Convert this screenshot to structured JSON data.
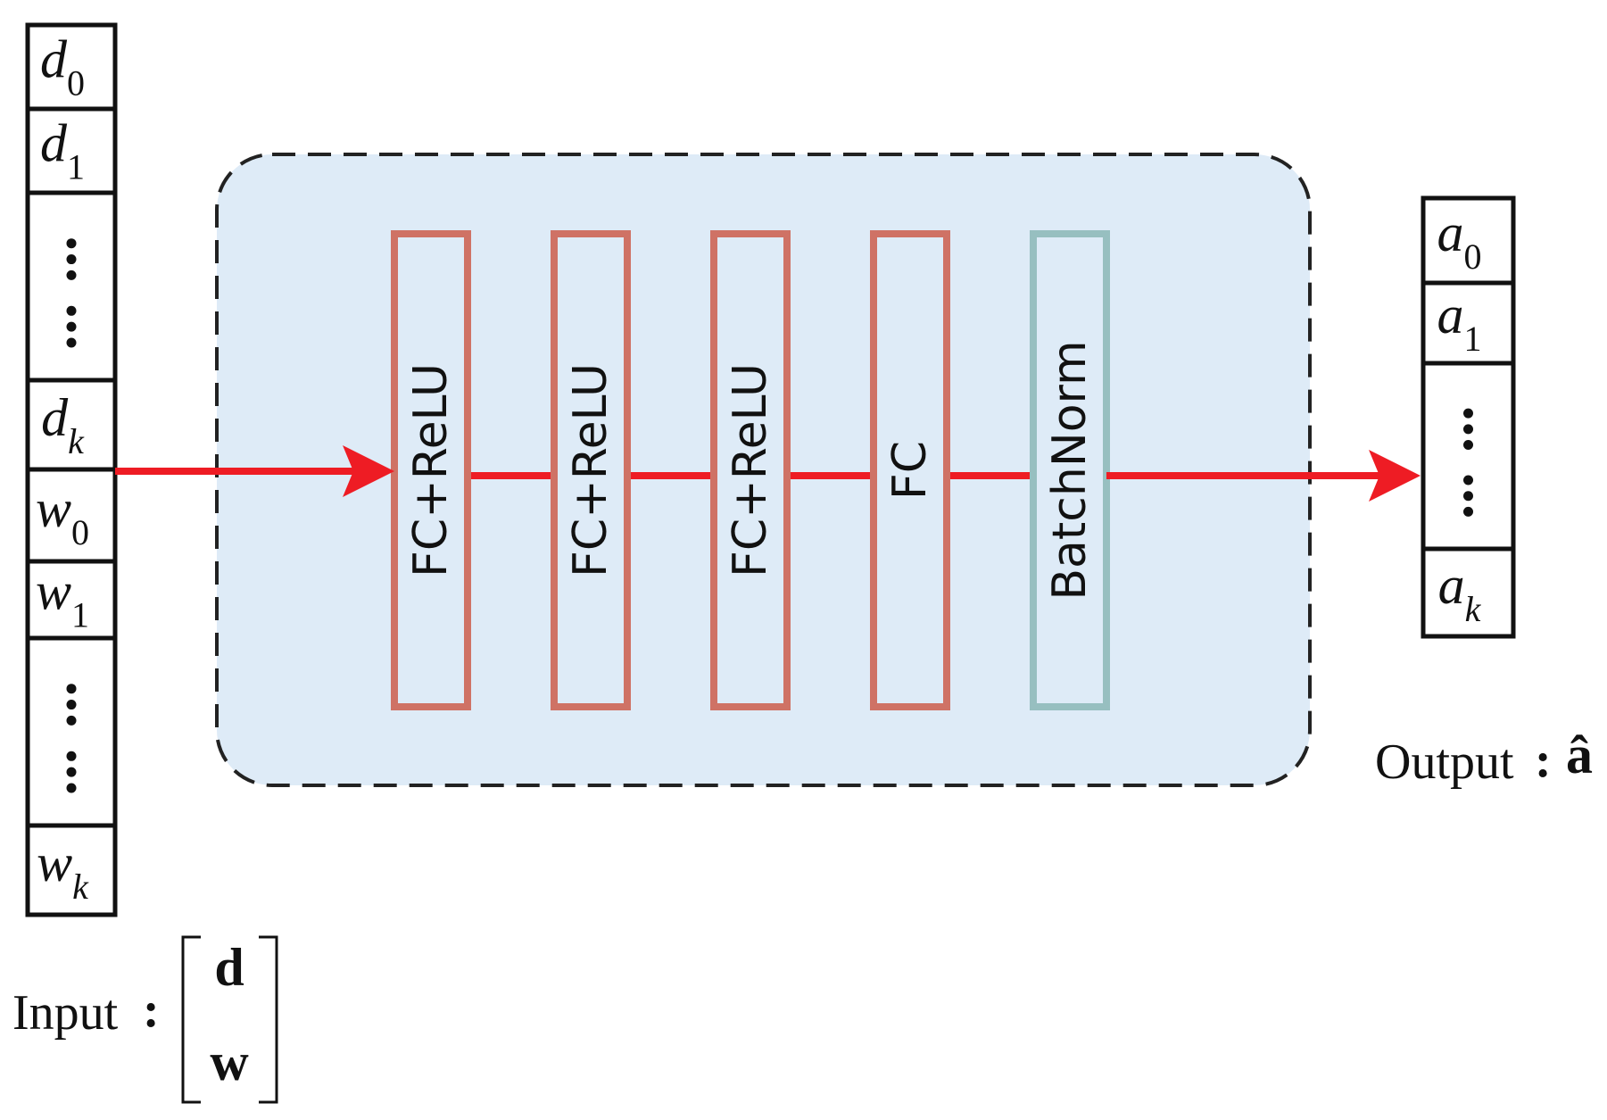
{
  "input_vector": {
    "cells": [
      {
        "type": "var",
        "base": "d",
        "sub": "0"
      },
      {
        "type": "var",
        "base": "d",
        "sub": "1"
      },
      {
        "type": "dots"
      },
      {
        "type": "var",
        "base": "d",
        "sub": "k"
      },
      {
        "type": "var",
        "base": "w",
        "sub": "0"
      },
      {
        "type": "var",
        "base": "w",
        "sub": "1"
      },
      {
        "type": "dots"
      },
      {
        "type": "var",
        "base": "w",
        "sub": "k"
      }
    ]
  },
  "output_vector": {
    "cells": [
      {
        "type": "var",
        "base": "a",
        "sub": "0"
      },
      {
        "type": "var",
        "base": "a",
        "sub": "1"
      },
      {
        "type": "dots"
      },
      {
        "type": "var",
        "base": "a",
        "sub": "k"
      }
    ]
  },
  "layers": [
    {
      "label": "FC+ReLU",
      "kind": "fc"
    },
    {
      "label": "FC+ReLU",
      "kind": "fc"
    },
    {
      "label": "FC+ReLU",
      "kind": "fc"
    },
    {
      "label": "FC",
      "kind": "fc"
    },
    {
      "label": "BatchNorm",
      "kind": "norm"
    }
  ],
  "labels": {
    "input_text": "Input",
    "input_colon": ":",
    "input_matrix_top": "d",
    "input_matrix_bottom": "w",
    "output_text": "Output",
    "output_colon": ":",
    "output_symbol": "â"
  },
  "colors": {
    "arrow": "#ee1c24",
    "fc_border": "#cf7265",
    "norm_border": "#97bfc0",
    "panel_fill": "#deebf7",
    "panel_border": "#222222",
    "cell_border": "#111111",
    "text": "#111111"
  }
}
